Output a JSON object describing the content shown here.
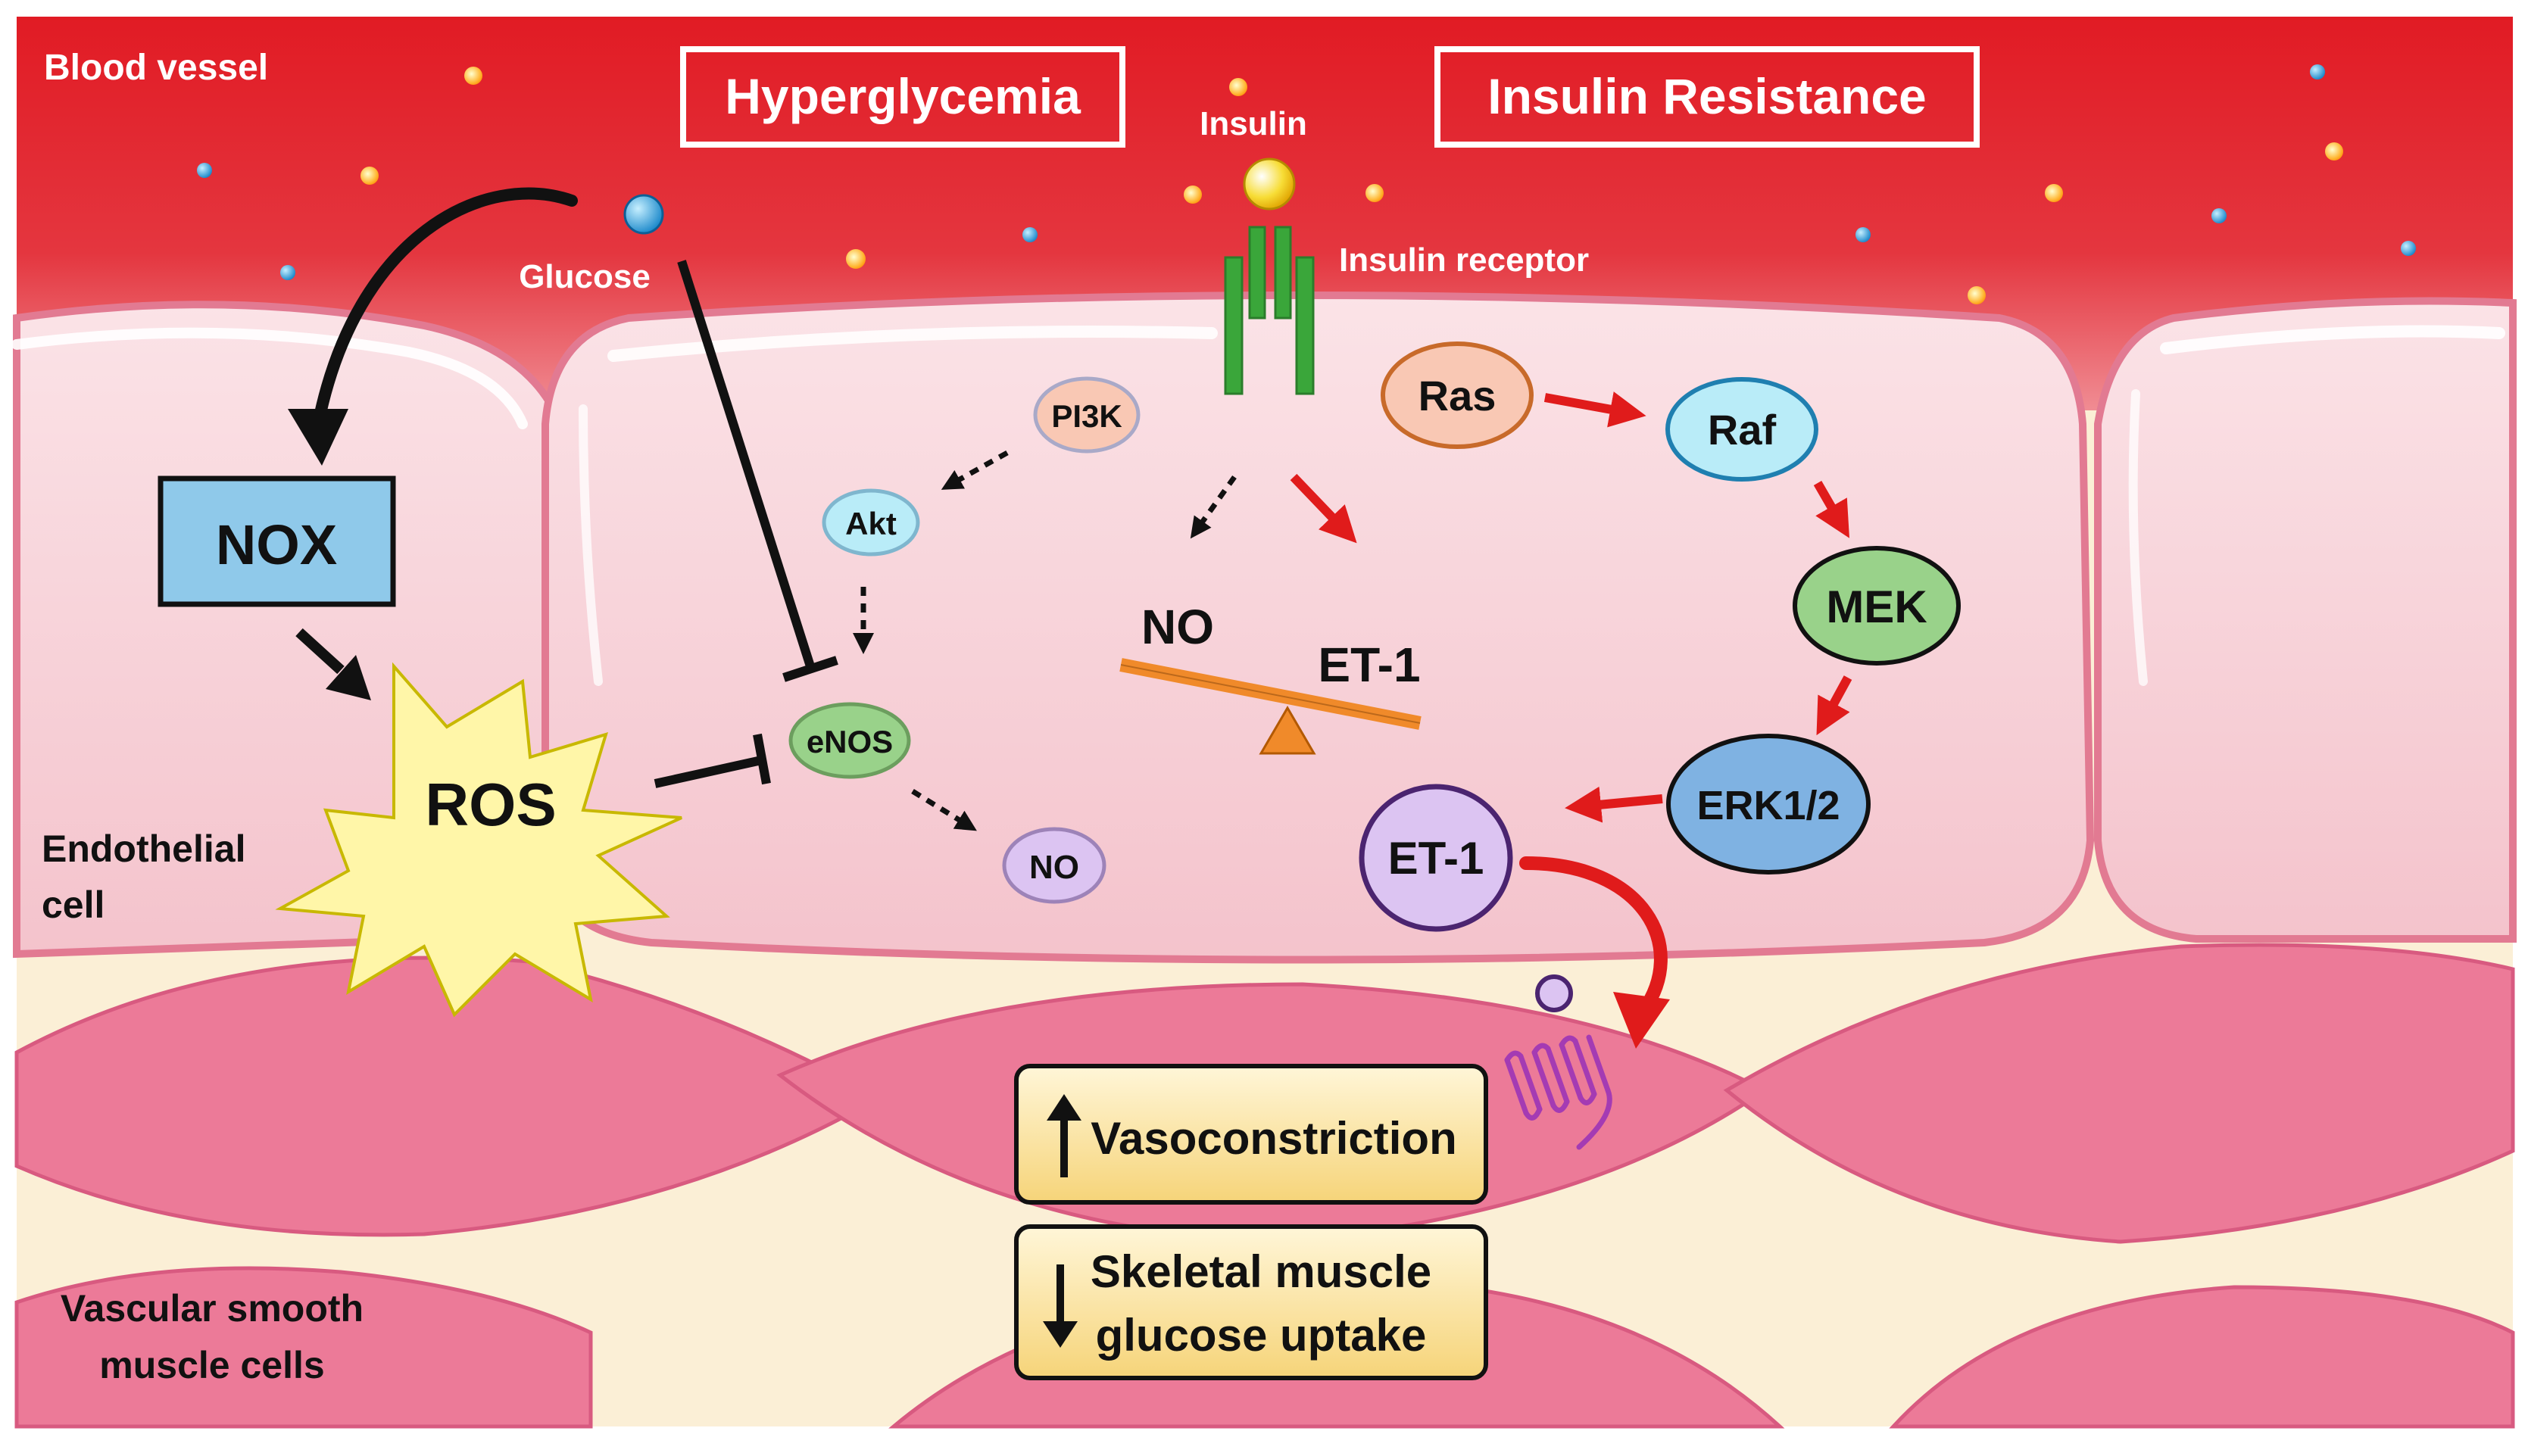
{
  "labels": {
    "blood_vessel": "Blood vessel",
    "hyperglycemia": "Hyperglycemia",
    "insulin_resistance": "Insulin Resistance",
    "insulin": "Insulin",
    "insulin_receptor": "Insulin receptor",
    "glucose": "Glucose",
    "endothelial_cell_line1": "Endothelial",
    "endothelial_cell_line2": "cell",
    "vsmc_line1": "Vascular smooth",
    "vsmc_line2": "muscle cells"
  },
  "nodes": {
    "nox": "NOX",
    "ros": "ROS",
    "pi3k": "PI3K",
    "akt": "Akt",
    "enos": "eNOS",
    "no": "NO",
    "ras": "Ras",
    "raf": "Raf",
    "mek": "MEK",
    "erk": "ERK1/2",
    "et1": "ET-1"
  },
  "balance": {
    "left": "NO",
    "right": "ET-1"
  },
  "effects": {
    "vasoconstriction": "Vasoconstriction",
    "glucose_uptake_line1": "Skeletal muscle",
    "glucose_uptake_line2": "glucose uptake",
    "up_arrow_icon": "up-arrow-icon",
    "down_arrow_icon": "down-arrow-icon"
  },
  "colors": {
    "blood": "#d8232e",
    "endothelium": "#f7c9d0",
    "smooth_muscle": "#ec7a98",
    "interstitium": "#fbefd6",
    "nox_fill": "#8fc9ea",
    "ros_fill": "#fff6a8",
    "activating_red": "#e01b1b",
    "receptor_green": "#3aa63a"
  }
}
